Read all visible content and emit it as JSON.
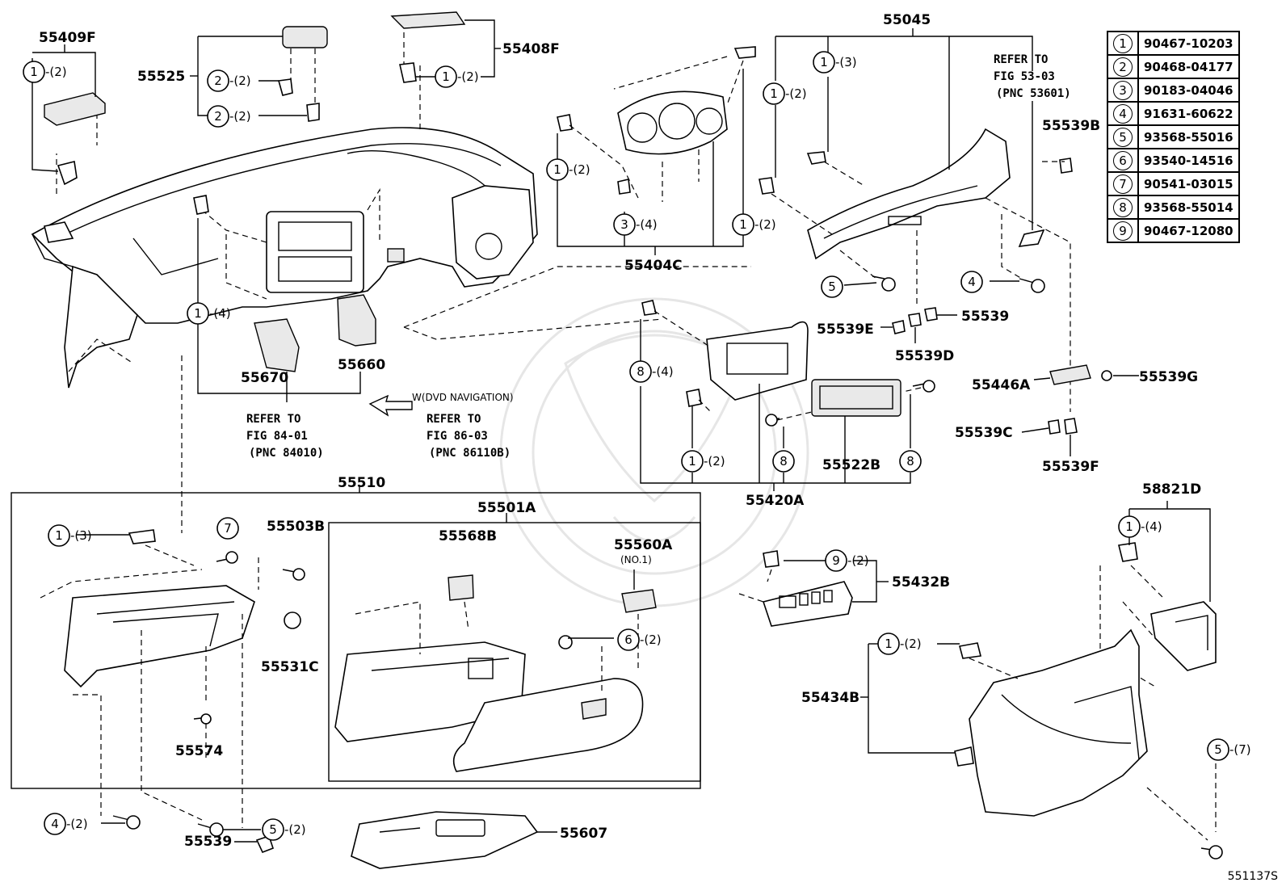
{
  "figure_code": "551137S",
  "legend": [
    {
      "key": "1",
      "part": "90467-10203"
    },
    {
      "key": "2",
      "part": "90468-04177"
    },
    {
      "key": "3",
      "part": "90183-04046"
    },
    {
      "key": "4",
      "part": "91631-60622"
    },
    {
      "key": "5",
      "part": "93568-55016"
    },
    {
      "key": "6",
      "part": "93540-14516"
    },
    {
      "key": "7",
      "part": "90541-03015"
    },
    {
      "key": "8",
      "part": "93568-55014"
    },
    {
      "key": "9",
      "part": "90467-12080"
    }
  ],
  "parts": {
    "p55409F": "55409F",
    "p55525": "55525",
    "p55408F": "55408F",
    "p55045": "55045",
    "p55539B": "55539B",
    "p55404C": "55404C",
    "p55670": "55670",
    "p55660": "55660",
    "p55539E": "55539E",
    "p55539": "55539",
    "p55539D": "55539D",
    "p55446A": "55446A",
    "p55539G": "55539G",
    "p55539C": "55539C",
    "p55539F": "55539F",
    "p55522B": "55522B",
    "p55420A": "55420A",
    "p55510": "55510",
    "p55501A": "55501A",
    "p55503B": "55503B",
    "p55568B": "55568B",
    "p55560A": "55560A",
    "p55531C": "55531C",
    "p55574": "55574",
    "p55539b": "55539",
    "p55607": "55607",
    "p58821D": "58821D",
    "p55432B": "55432B",
    "p55434B": "55434B"
  },
  "notes": {
    "no1": "(NO.1)",
    "dvd": "W(DVD NAVIGATION)",
    "ref1_l1": "REFER TO",
    "ref1_l2": "FIG 84-01",
    "ref1_l3": "(PNC 84010)",
    "ref2_l1": "REFER TO",
    "ref2_l2": "FIG 86-03",
    "ref2_l3": "(PNC 86110B)",
    "ref3_l1": "REFER TO",
    "ref3_l2": "FIG 53-03",
    "ref3_l3": "(PNC 53601)"
  },
  "callouts": [
    {
      "id": "c1",
      "key": "1",
      "qty": "-(2)"
    },
    {
      "id": "c2",
      "key": "2",
      "qty": "-(2)"
    },
    {
      "id": "c3",
      "key": "2",
      "qty": "-(2)"
    },
    {
      "id": "c4",
      "key": "1",
      "qty": "-(2)"
    },
    {
      "id": "c5",
      "key": "1",
      "qty": "-(3)"
    },
    {
      "id": "c6",
      "key": "1",
      "qty": "-(2)"
    },
    {
      "id": "c7",
      "key": "1",
      "qty": "-(2)"
    },
    {
      "id": "c8",
      "key": "3",
      "qty": "-(4)"
    },
    {
      "id": "c9",
      "key": "1",
      "qty": "-(2)"
    },
    {
      "id": "c10",
      "key": "1",
      "qty": "-(4)"
    },
    {
      "id": "c11",
      "key": "5",
      "qty": ""
    },
    {
      "id": "c12",
      "key": "4",
      "qty": ""
    },
    {
      "id": "c13",
      "key": "8",
      "qty": "-(4)"
    },
    {
      "id": "c14",
      "key": "1",
      "qty": "-(2)"
    },
    {
      "id": "c15",
      "key": "8",
      "qty": ""
    },
    {
      "id": "c16",
      "key": "8",
      "qty": ""
    },
    {
      "id": "c17",
      "key": "1",
      "qty": "-(3)"
    },
    {
      "id": "c18",
      "key": "7",
      "qty": ""
    },
    {
      "id": "c19",
      "key": "6",
      "qty": "-(2)"
    },
    {
      "id": "c20",
      "key": "4",
      "qty": "-(2)"
    },
    {
      "id": "c21",
      "key": "5",
      "qty": "-(2)"
    },
    {
      "id": "c22",
      "key": "9",
      "qty": "-(2)"
    },
    {
      "id": "c23",
      "key": "1",
      "qty": "-(4)"
    },
    {
      "id": "c24",
      "key": "1",
      "qty": "-(2)"
    },
    {
      "id": "c25",
      "key": "5",
      "qty": "-(7)"
    }
  ]
}
